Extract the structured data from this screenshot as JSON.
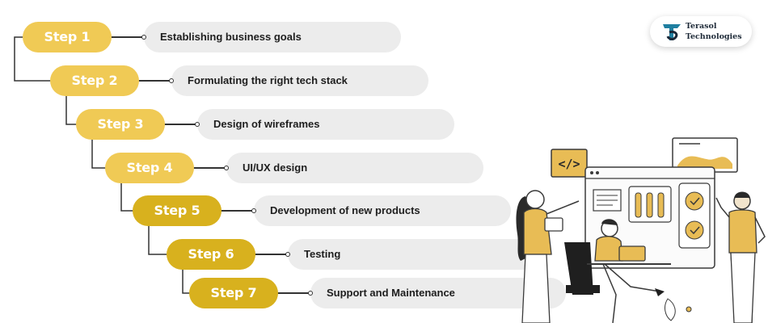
{
  "colors": {
    "accent_light": "#f0ca55",
    "accent_dark": "#d8b11e",
    "bar": "#ececec",
    "line": "#333333",
    "illustration_gold": "#e8bc55"
  },
  "steps": [
    {
      "label": "Step 1",
      "text": "Establishing business goals"
    },
    {
      "label": "Step 2",
      "text": "Formulating the right tech stack"
    },
    {
      "label": "Step 3",
      "text": "Design of wireframes"
    },
    {
      "label": "Step 4",
      "text": "UI/UX design"
    },
    {
      "label": "Step 5",
      "text": "Development of new products"
    },
    {
      "label": "Step 6",
      "text": "Testing"
    },
    {
      "label": "Step 7",
      "text": "Support and Maintenance"
    }
  ],
  "logo": {
    "line1": "Terasol",
    "line2": "Technologies"
  },
  "illustration": {
    "code_icon": "</>"
  }
}
